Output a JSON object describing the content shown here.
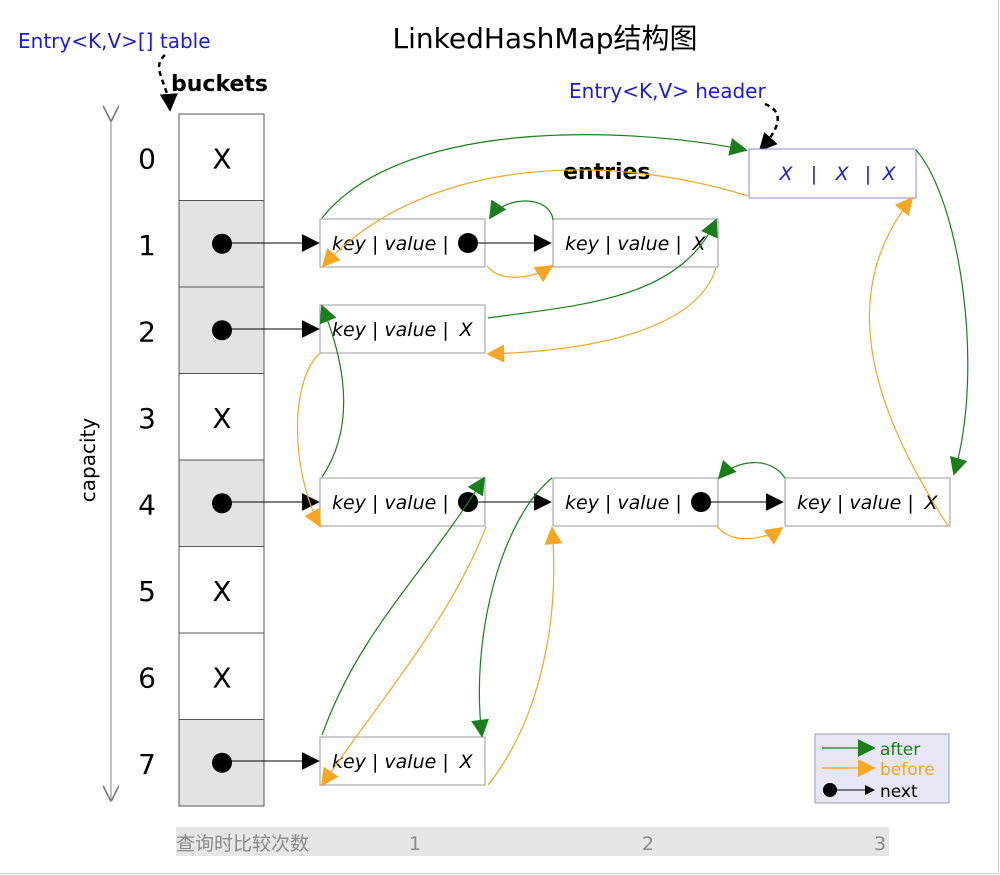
{
  "title": "LinkedHashMap结构图",
  "table_label": "Entry<K,V>[] table",
  "header_label": "Entry<K,V> header",
  "buckets_label": "buckets",
  "entries_label": "entries",
  "capacity_label": "capacity",
  "bucket_indices": [
    "0",
    "1",
    "2",
    "3",
    "4",
    "5",
    "6",
    "7"
  ],
  "empty_marker": "X",
  "header_fields": [
    "X",
    "|",
    "X",
    "|",
    "X"
  ],
  "entry_text": "key | value |",
  "entry_null": "X",
  "legend": {
    "after": "after",
    "before": "before",
    "next": "next"
  },
  "footer": {
    "label": "查询时比较次数",
    "ticks": [
      "1",
      "2",
      "3"
    ]
  },
  "colors": {
    "after": "#1a7f1a",
    "before": "#f5a623",
    "header_text": "#1a1ae6",
    "filled_bucket": "#e3e3e3",
    "legend_bg": "#e6e6f5",
    "footer_bg": "#e6e6e6"
  }
}
